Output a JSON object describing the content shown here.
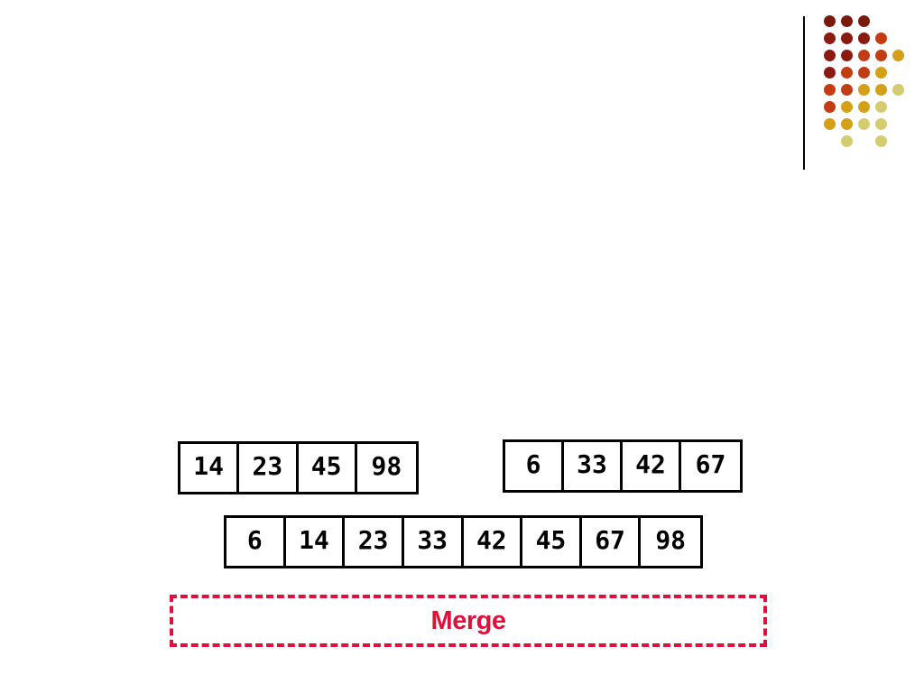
{
  "decoration": {
    "dot_colors": [
      "#7a1a0e",
      "#8b1a10",
      "#c43c14",
      "#d4a017",
      "#d4cc70"
    ]
  },
  "left_array": [
    "14",
    "23",
    "45",
    "98"
  ],
  "right_array": [
    "6",
    "33",
    "42",
    "67"
  ],
  "merged_array": [
    "6",
    "14",
    "23",
    "33",
    "42",
    "45",
    "67",
    "98"
  ],
  "merge_label": "Merge",
  "colors": {
    "accent": "#e0103c",
    "cell_border": "#000000"
  }
}
